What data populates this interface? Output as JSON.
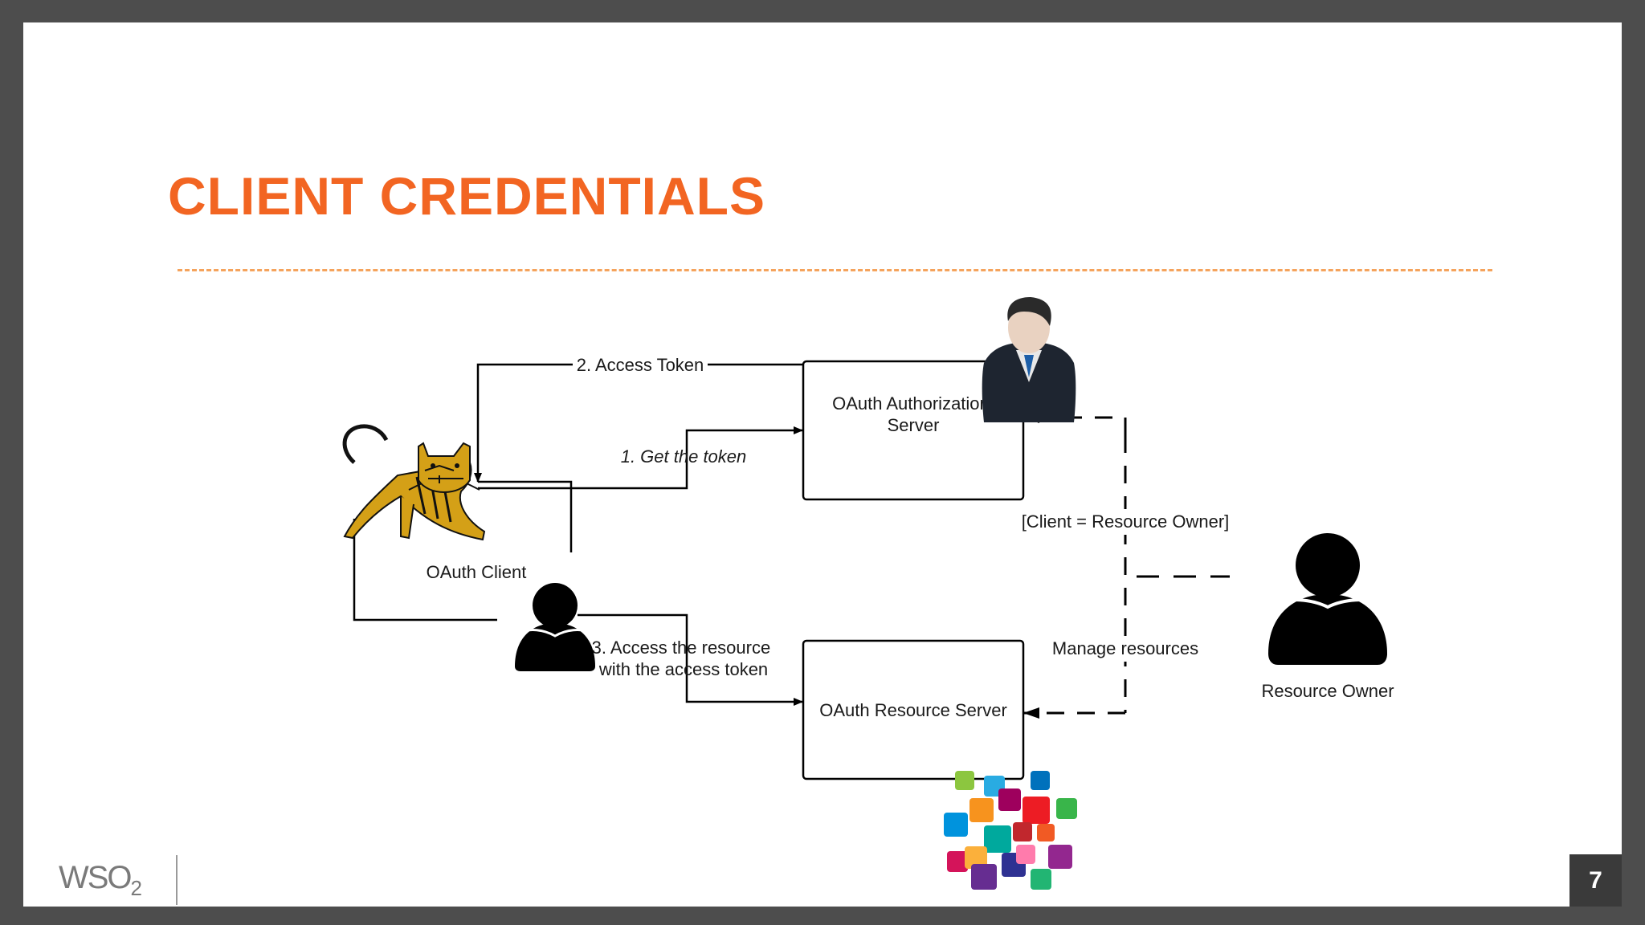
{
  "slide": {
    "title": "CLIENT CREDENTIALS",
    "page_number": "7",
    "logo_text": "WSO",
    "logo_sub": "2"
  },
  "diagram": {
    "nodes": {
      "auth_server": "OAuth Authorization\nServer",
      "resource_server": "OAuth Resource Server",
      "client": "OAuth Client",
      "resource_owner": "Resource Owner"
    },
    "edges": {
      "get_token": "1. Get the token",
      "access_token": "2. Access Token",
      "access_resource": "3. Access the resource\nwith the access token",
      "client_equals_owner": "[Client = Resource Owner]",
      "manage_resources": "Manage resources"
    }
  },
  "colors": {
    "title": "#f26522",
    "divider": "#f5a35c",
    "frame": "#4d4d4d",
    "tomcat": "#d4a017"
  }
}
